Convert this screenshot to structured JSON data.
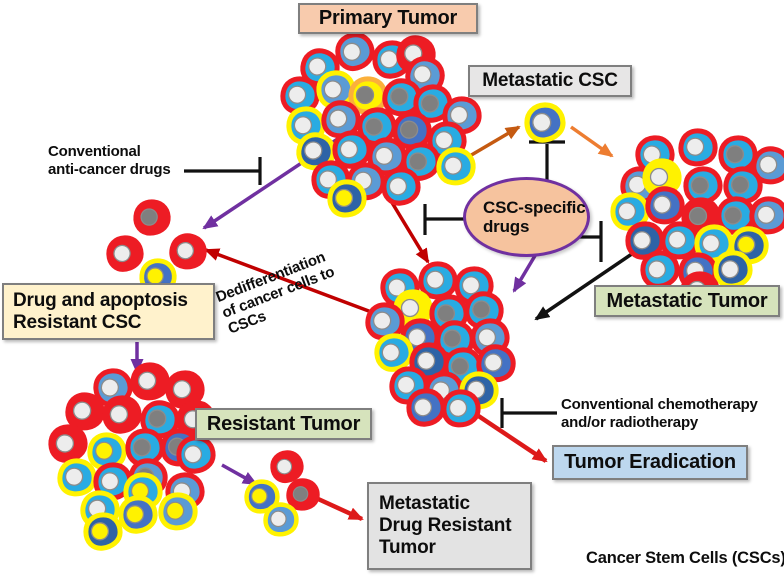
{
  "labels": {
    "primary_tumor": "Primary Tumor",
    "metastatic_csc": "Metastatic CSC",
    "drug_apoptosis_l1": "Drug and apoptosis",
    "drug_apoptosis_l2": "Resistant CSC",
    "resistant_tumor": "Resistant Tumor",
    "metastatic_tumor": "Metastatic Tumor",
    "tumor_eradication": "Tumor Eradication",
    "mdr_l1": "Metastatic",
    "mdr_l2": "Drug Resistant",
    "mdr_l3": "Tumor",
    "csc_drugs_l1": "CSC-specific",
    "csc_drugs_l2": "drugs",
    "conventional_l1": "Conventional",
    "conventional_l2": "anti-cancer drugs",
    "chemo_l1": "Conventional chemotherapy",
    "chemo_l2": "and/or radiotherapy",
    "dediff_l1": "Dedifferentiation",
    "dediff_l2": "of cancer cells to",
    "dediff_l3": "CSCs",
    "footer": "Cancer Stem Cells (CSCs)"
  },
  "palette": {
    "box_peach": "#F8CBAD",
    "box_cream": "#FFF2CC",
    "box_green": "#D6E3BC",
    "box_blue": "#BDD7EE",
    "box_gray": "#E7E6E6",
    "box_border": "#7F7F7F",
    "ellipse_fill": "#F6C39E",
    "ellipse_border": "#7030A0"
  },
  "cell_palette": {
    "c": "#29ABE2",
    "s": "#5B9BD5",
    "m": "#4472C4",
    "d": "#2E63A6",
    "R": "#ED1C24",
    "Y": "#FFF200"
  },
  "outline_palette": {
    "r": "#ED1C24",
    "y": "#FFF200",
    "o": "#FBB03B"
  },
  "nucleus_palette": {
    "w": "#EDEDED",
    "g": "#7F7F7F",
    "y": "#FFF200"
  },
  "arrow_colors": {
    "purple": "#7030A0",
    "dred": "#C00000",
    "bred": "#DD1A1A",
    "orange1": "#C55A11",
    "orange2": "#ED7D31",
    "black": "#111111"
  },
  "diagram": {
    "arrows": [
      {
        "name": "arrow-primary-to-resistant-csc",
        "c": "purple",
        "w": 3.5,
        "p": [
          348,
          132,
          204,
          228
        ]
      },
      {
        "name": "arrow-resistantcsc-box-to-resistant-tumor",
        "c": "purple",
        "w": 3.5,
        "p": [
          137,
          342,
          137,
          372
        ]
      },
      {
        "name": "arrow-resistant-tumor-to-metastatic-cells",
        "c": "purple",
        "w": 3.5,
        "p": [
          222,
          465,
          256,
          484
        ]
      },
      {
        "name": "arrow-cscdrugs-to-relapse-tumor",
        "c": "purple",
        "w": 3.5,
        "p": [
          536,
          254,
          514,
          291
        ]
      },
      {
        "name": "arrow-primary-to-metastatic-csc",
        "c": "orange1",
        "w": 3.5,
        "p": [
          468,
          157,
          519,
          127
        ]
      },
      {
        "name": "arrow-metastatic-csc-to-metastatic-tumor",
        "c": "orange2",
        "w": 3.5,
        "p": [
          571,
          127,
          612,
          156
        ]
      },
      {
        "name": "arrow-primary-to-relapse-tumor",
        "c": "dred",
        "w": 3.5,
        "p": [
          388,
          196,
          428,
          262
        ]
      },
      {
        "name": "arrow-dedifferentiation",
        "c": "dred",
        "w": 3.5,
        "p": [
          382,
          316,
          206,
          250
        ]
      },
      {
        "name": "arrow-relapse-to-eradication",
        "c": "bred",
        "w": 4.5,
        "p": [
          459,
          403,
          546,
          461
        ]
      },
      {
        "name": "arrow-cells-to-mdr-tumor",
        "c": "bred",
        "w": 4.5,
        "p": [
          316,
          498,
          362,
          519
        ]
      },
      {
        "name": "arrow-metastatic-tumor-to-relapse",
        "c": "black",
        "w": 3.5,
        "p": [
          648,
          243,
          536,
          319
        ]
      }
    ],
    "tbars": [
      {
        "name": "inhibit-conventional-drugs",
        "line": [
          184,
          171,
          260,
          171
        ],
        "cross": [
          260,
          157,
          260,
          185
        ]
      },
      {
        "name": "inhibit-cscdrugs-metastatic-csc",
        "line": [
          547,
          144,
          547,
          180
        ],
        "cross": [
          529,
          142,
          565,
          142
        ]
      },
      {
        "name": "inhibit-cscdrugs-left",
        "line": [
          426,
          219,
          466,
          219
        ],
        "cross": [
          425,
          204,
          425,
          235
        ]
      },
      {
        "name": "inhibit-cscdrugs-metastatic-tumor",
        "line": [
          552,
          237,
          601,
          237
        ],
        "cross": [
          601,
          221,
          601,
          262
        ]
      },
      {
        "name": "inhibit-chemo-radiotherapy",
        "line": [
          503,
          413,
          557,
          413
        ],
        "cross": [
          502,
          398,
          502,
          428
        ]
      }
    ],
    "clusters": [
      {
        "name": "primary-tumor-cluster",
        "cells": [
          [
            355,
            52,
            -15,
            "r",
            "s",
            "w"
          ],
          [
            320,
            68,
            10,
            "r",
            "c",
            "w"
          ],
          [
            392,
            60,
            -5,
            "r",
            "c",
            "w"
          ],
          [
            416,
            55,
            10,
            "r",
            "R",
            "w"
          ],
          [
            425,
            76,
            15,
            "r",
            "s",
            "w"
          ],
          [
            300,
            96,
            5,
            "r",
            "c",
            "w"
          ],
          [
            336,
            90,
            -10,
            "y",
            "s",
            "w"
          ],
          [
            368,
            96,
            0,
            "o",
            "Y",
            "g"
          ],
          [
            402,
            98,
            10,
            "r",
            "c",
            "g"
          ],
          [
            433,
            104,
            -8,
            "r",
            "c",
            "g"
          ],
          [
            462,
            116,
            0,
            "r",
            "s",
            "w"
          ],
          [
            306,
            126,
            -5,
            "y",
            "c",
            "w"
          ],
          [
            341,
            120,
            8,
            "r",
            "s",
            "w"
          ],
          [
            377,
            127,
            -12,
            "r",
            "c",
            "g"
          ],
          [
            412,
            131,
            6,
            "r",
            "m",
            "g"
          ],
          [
            447,
            141,
            -4,
            "r",
            "c",
            "w"
          ],
          [
            316,
            152,
            10,
            "y",
            "d",
            "w"
          ],
          [
            352,
            150,
            -6,
            "r",
            "c",
            "w"
          ],
          [
            387,
            157,
            4,
            "r",
            "s",
            "w"
          ],
          [
            421,
            162,
            -10,
            "r",
            "c",
            "g"
          ],
          [
            456,
            167,
            8,
            "y",
            "c",
            "w"
          ],
          [
            331,
            180,
            -8,
            "r",
            "c",
            "w"
          ],
          [
            366,
            182,
            5,
            "r",
            "s",
            "w"
          ],
          [
            401,
            187,
            -5,
            "r",
            "c",
            "w"
          ],
          [
            347,
            199,
            0,
            "y",
            "d",
            "y"
          ]
        ]
      },
      {
        "name": "relapse-tumor-cluster",
        "cells": [
          [
            400,
            288,
            -10,
            "r",
            "c",
            "w"
          ],
          [
            438,
            281,
            5,
            "r",
            "c",
            "w"
          ],
          [
            474,
            286,
            -5,
            "r",
            "c",
            "w"
          ],
          [
            413,
            309,
            0,
            "y",
            "Y",
            "w"
          ],
          [
            449,
            314,
            -8,
            "r",
            "c",
            "g"
          ],
          [
            484,
            311,
            10,
            "r",
            "c",
            "g"
          ],
          [
            385,
            322,
            6,
            "r",
            "s",
            "w"
          ],
          [
            420,
            338,
            -5,
            "r",
            "m",
            "w"
          ],
          [
            455,
            340,
            8,
            "r",
            "c",
            "g"
          ],
          [
            490,
            338,
            -6,
            "r",
            "s",
            "w"
          ],
          [
            394,
            353,
            -10,
            "y",
            "c",
            "w"
          ],
          [
            429,
            362,
            5,
            "r",
            "d",
            "w"
          ],
          [
            463,
            367,
            -6,
            "r",
            "c",
            "g"
          ],
          [
            496,
            364,
            10,
            "r",
            "m",
            "w"
          ],
          [
            409,
            386,
            4,
            "r",
            "c",
            "w"
          ],
          [
            444,
            391,
            -8,
            "r",
            "s",
            "w"
          ],
          [
            479,
            391,
            6,
            "y",
            "d",
            "w"
          ],
          [
            426,
            408,
            -5,
            "r",
            "m",
            "w"
          ],
          [
            461,
            409,
            3,
            "r",
            "c",
            "w"
          ]
        ]
      },
      {
        "name": "metastatic-tumor-cluster",
        "cells": [
          [
            655,
            155,
            -10,
            "r",
            "c",
            "w"
          ],
          [
            698,
            148,
            5,
            "r",
            "c",
            "w"
          ],
          [
            738,
            155,
            -5,
            "r",
            "c",
            "g"
          ],
          [
            771,
            166,
            8,
            "r",
            "s",
            "w"
          ],
          [
            640,
            186,
            6,
            "r",
            "s",
            "w"
          ],
          [
            662,
            178,
            0,
            "y",
            "Y",
            "w"
          ],
          [
            703,
            186,
            -8,
            "r",
            "c",
            "g"
          ],
          [
            743,
            186,
            5,
            "r",
            "c",
            "g"
          ],
          [
            630,
            212,
            -6,
            "y",
            "c",
            "w"
          ],
          [
            665,
            206,
            8,
            "r",
            "m",
            "w"
          ],
          [
            701,
            217,
            0,
            "r",
            "R",
            "g"
          ],
          [
            736,
            216,
            -8,
            "r",
            "c",
            "g"
          ],
          [
            769,
            216,
            5,
            "r",
            "s",
            "w"
          ],
          [
            645,
            241,
            -5,
            "r",
            "d",
            "w"
          ],
          [
            680,
            241,
            6,
            "r",
            "c",
            "w"
          ],
          [
            714,
            244,
            -6,
            "y",
            "c",
            "w"
          ],
          [
            749,
            246,
            8,
            "y",
            "d",
            "y"
          ],
          [
            660,
            270,
            -8,
            "r",
            "c",
            "w"
          ],
          [
            698,
            272,
            5,
            "r",
            "m",
            "w"
          ],
          [
            733,
            270,
            -5,
            "y",
            "d",
            "w"
          ],
          [
            700,
            291,
            0,
            "r",
            "R",
            "w"
          ]
        ]
      },
      {
        "name": "resistant-tumor-cluster",
        "cells": [
          [
            113,
            388,
            -10,
            "r",
            "s",
            "w"
          ],
          [
            150,
            382,
            5,
            "r",
            "R",
            "w"
          ],
          [
            185,
            390,
            -5,
            "r",
            "R",
            "w"
          ],
          [
            85,
            412,
            6,
            "r",
            "R",
            "w"
          ],
          [
            122,
            415,
            -5,
            "r",
            "R",
            "w"
          ],
          [
            160,
            420,
            8,
            "r",
            "c",
            "g"
          ],
          [
            196,
            420,
            -6,
            "r",
            "R",
            "w"
          ],
          [
            68,
            444,
            -8,
            "r",
            "R",
            "w"
          ],
          [
            107,
            452,
            5,
            "y",
            "c",
            "y"
          ],
          [
            145,
            448,
            -5,
            "r",
            "c",
            "g"
          ],
          [
            180,
            448,
            6,
            "r",
            "m",
            "g"
          ],
          [
            77,
            478,
            5,
            "y",
            "c",
            "w"
          ],
          [
            113,
            482,
            -6,
            "r",
            "c",
            "w"
          ],
          [
            148,
            478,
            8,
            "r",
            "s",
            "g"
          ],
          [
            196,
            455,
            -5,
            "r",
            "c",
            "w"
          ],
          [
            143,
            492,
            0,
            "y",
            "c",
            "y"
          ],
          [
            185,
            492,
            -8,
            "r",
            "s",
            "w"
          ],
          [
            100,
            510,
            6,
            "y",
            "c",
            "w"
          ],
          [
            138,
            515,
            -5,
            "y",
            "m",
            "y"
          ],
          [
            178,
            512,
            5,
            "y",
            "s",
            "y"
          ],
          [
            103,
            532,
            -6,
            "y",
            "d",
            "y"
          ]
        ]
      },
      {
        "name": "drug-resistant-csc-cluster",
        "cells": [
          [
            152,
            218,
            0,
            "r",
            "R",
            "g",
            0.95
          ],
          [
            125,
            254,
            -8,
            "r",
            "R",
            "w",
            0.95
          ],
          [
            188,
            252,
            8,
            "r",
            "R",
            "w",
            0.95
          ],
          [
            158,
            277,
            0,
            "y",
            "m",
            "y",
            0.95
          ]
        ]
      },
      {
        "name": "metastatic-cells-cluster",
        "cells": [
          [
            287,
            467,
            -10,
            "r",
            "R",
            "w",
            0.85
          ],
          [
            303,
            495,
            5,
            "r",
            "R",
            "g",
            0.85
          ],
          [
            262,
            497,
            0,
            "y",
            "m",
            "y",
            0.9
          ],
          [
            281,
            520,
            5,
            "y",
            "s",
            "w",
            0.9
          ]
        ]
      },
      {
        "name": "metastatic-csc-cell",
        "cells": [
          [
            545,
            123,
            -8,
            "y",
            "m",
            "w",
            1.05
          ]
        ]
      }
    ]
  }
}
